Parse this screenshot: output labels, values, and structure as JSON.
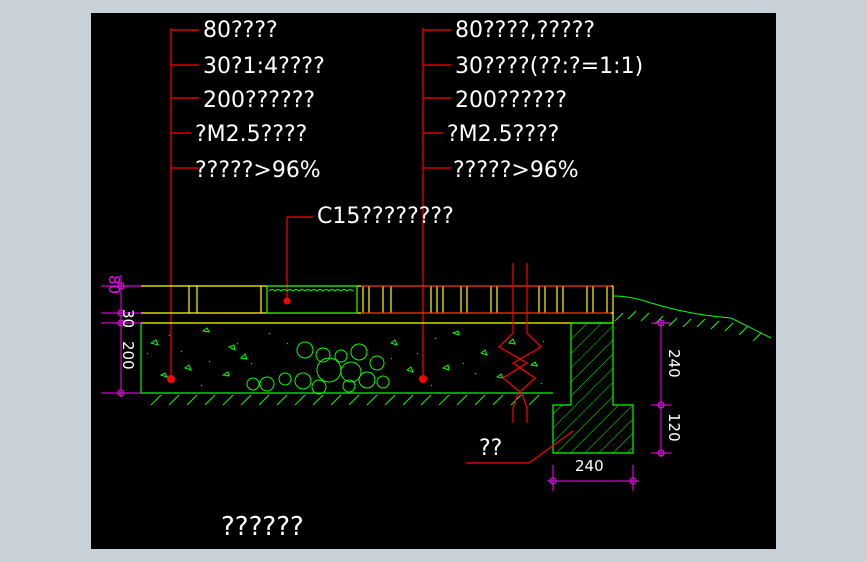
{
  "colors": {
    "background": "#000000",
    "frame": "#c8d0d8",
    "leader": "#ff0000",
    "paving": "#ffff00",
    "concrete": "#00ff00",
    "dimension": "#ff00ff",
    "text": "#ffffff"
  },
  "left_callout": {
    "layers": [
      "80????",
      "30?1:4????",
      "200??????",
      "?M2.5????",
      "?????>96%"
    ]
  },
  "right_callout": {
    "layers": [
      "80????,?????",
      "30????(??:?=1:1)",
      "200??????",
      "?M2.5????",
      "?????>96%"
    ]
  },
  "middle_callout": {
    "label": "C15????????"
  },
  "curb_callout": {
    "label": "??"
  },
  "dimensions": {
    "left_vertical": [
      "80",
      "30",
      "200"
    ],
    "right_vertical": [
      "240",
      "120"
    ],
    "bottom_horizontal": "240"
  },
  "drawing_title": "??????"
}
